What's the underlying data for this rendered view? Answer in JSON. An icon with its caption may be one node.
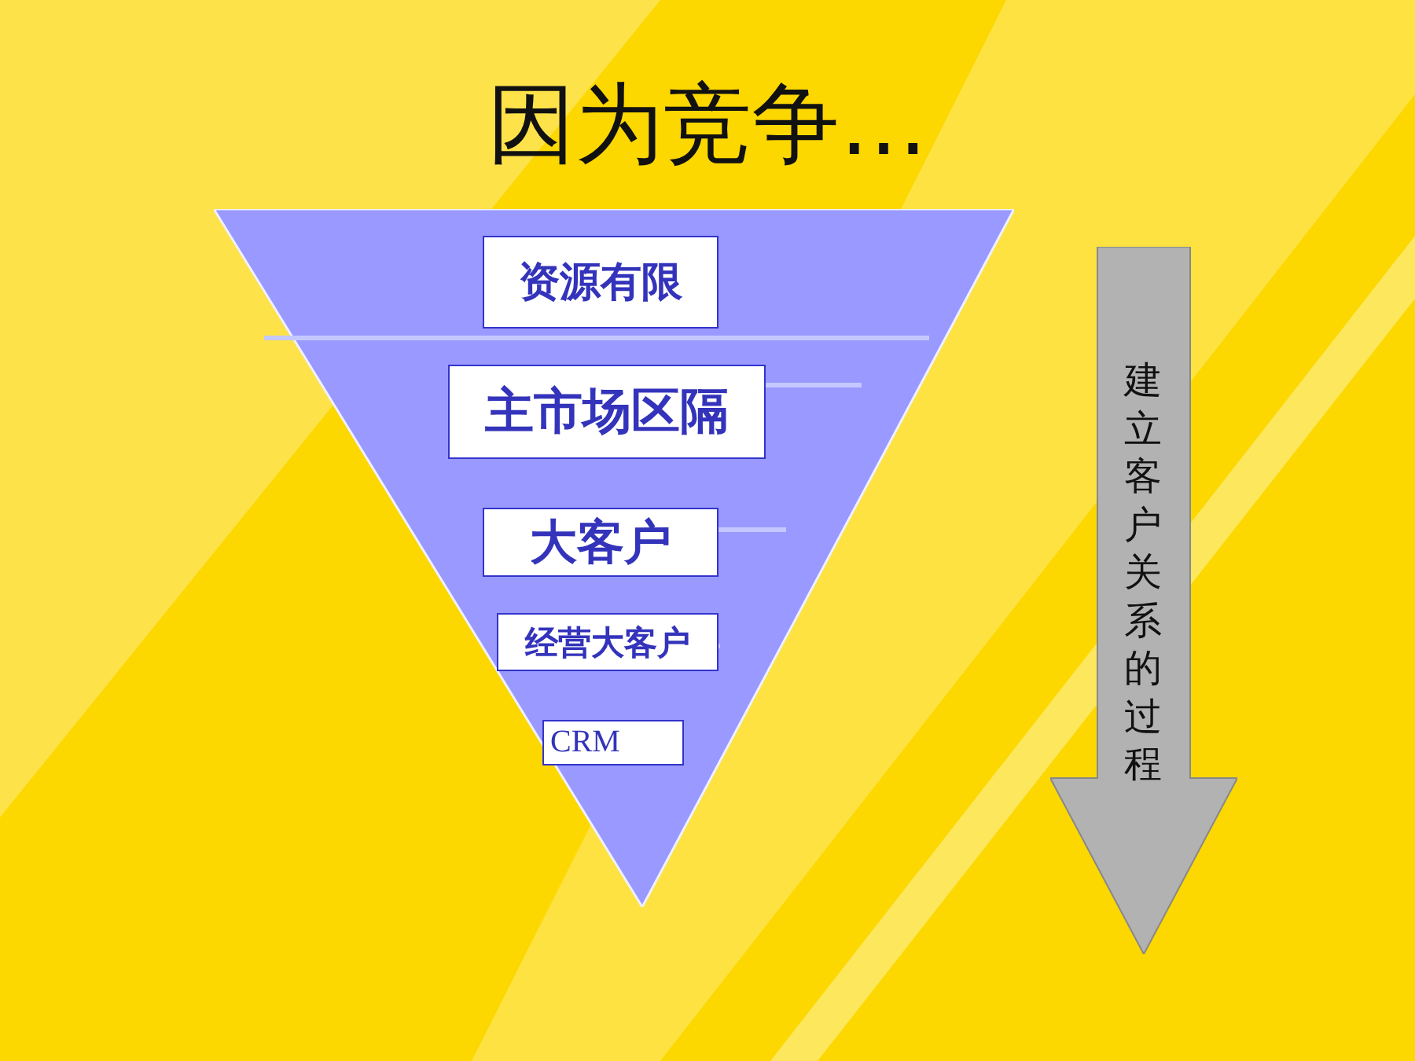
{
  "diagram": {
    "title": "因为竞争…",
    "nodes": [
      {
        "text": [],
        "shape": "triangle"
      },
      {
        "text": [
          "资源有限"
        ],
        "in": 0
      },
      {
        "text": [
          "主市场区隔"
        ],
        "in": 0
      },
      {
        "text": [
          "大客户"
        ],
        "in": 0
      },
      {
        "text": [
          "经营大客户"
        ],
        "in": 0
      },
      {
        "text": [
          "CRM"
        ],
        "in": 0
      },
      {
        "text": [
          "建立客户关系的过程"
        ]
      }
    ]
  }
}
